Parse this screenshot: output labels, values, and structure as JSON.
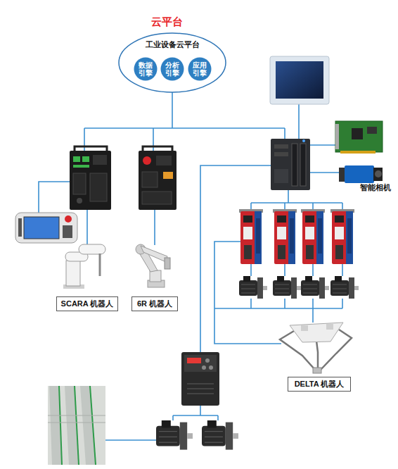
{
  "diagram": {
    "title": "云平台",
    "nodes": [
      {
        "text": [
          "工业设备云平台"
        ]
      },
      {
        "text": [
          "数据 引擎"
        ],
        "in": 0
      },
      {
        "text": [
          "分析 引擎"
        ],
        "in": 0
      },
      {
        "text": [
          "应用 引擎"
        ],
        "in": 0
      },
      {
        "text": [
          "SCARA 机器人"
        ]
      },
      {
        "text": [
          "6R 机器人"
        ]
      },
      {
        "text": [
          "DELTA 机器人"
        ]
      }
    ],
    "labels": [
      "智能相机"
    ]
  }
}
